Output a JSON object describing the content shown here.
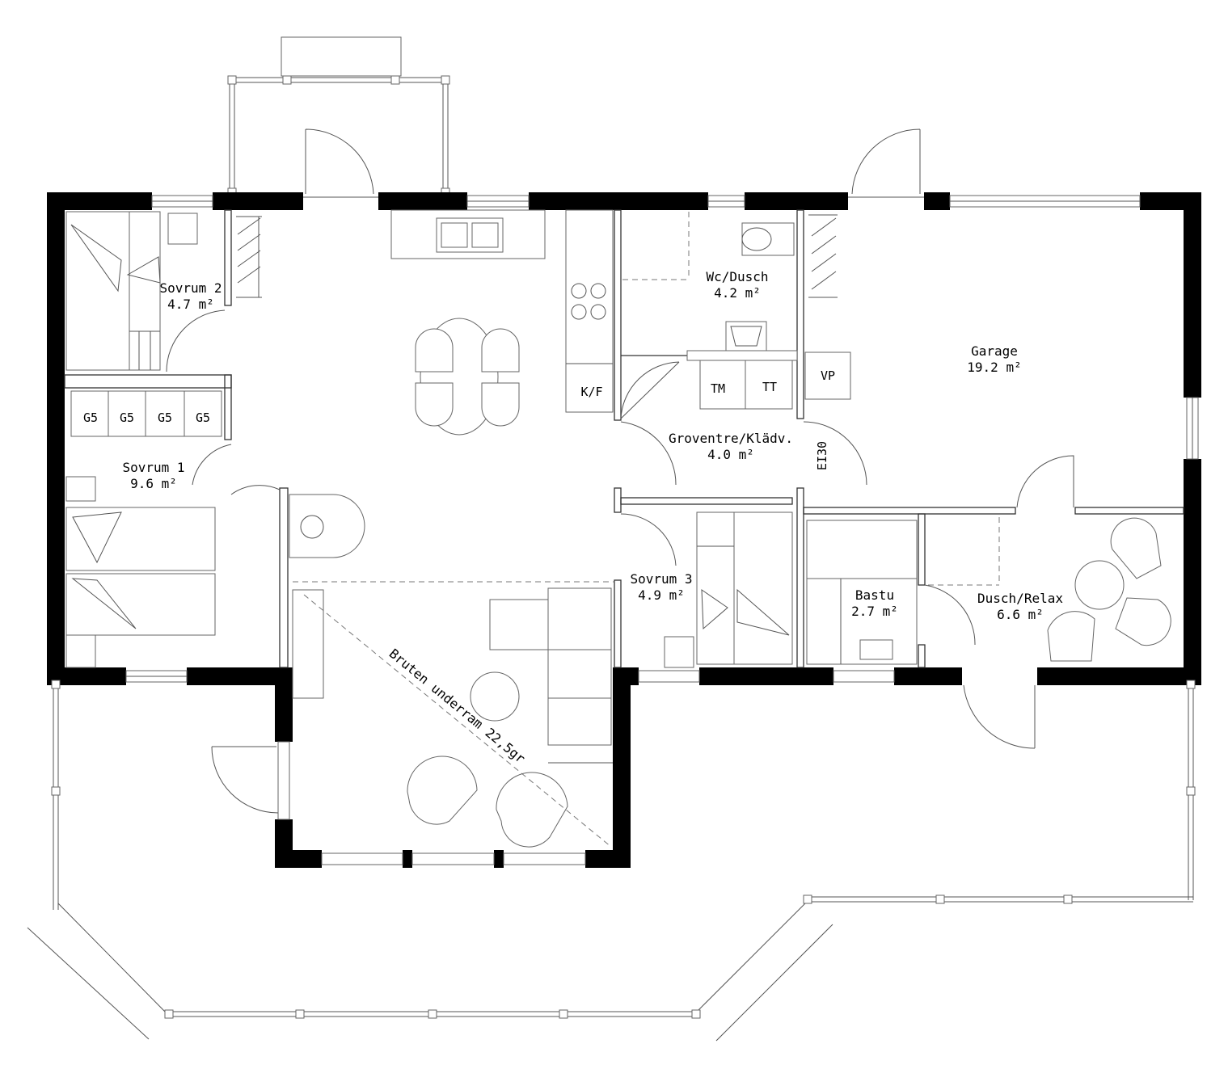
{
  "rooms": {
    "sovrum2": {
      "name": "Sovrum 2",
      "area": "4.7 m²"
    },
    "wc_dusch": {
      "name": "Wc/Dusch",
      "area": "4.2 m²"
    },
    "garage": {
      "name": "Garage",
      "area": "19.2 m²"
    },
    "sovrum1": {
      "name": "Sovrum 1",
      "area": "9.6 m²"
    },
    "groventre": {
      "name": "Groventre/Klädv.",
      "area": "4.0 m²"
    },
    "sovrum3": {
      "name": "Sovrum 3",
      "area": "4.9 m²"
    },
    "bastu": {
      "name": "Bastu",
      "area": "2.7 m²"
    },
    "dusch_relax": {
      "name": "Dusch/Relax",
      "area": "6.6 m²"
    }
  },
  "labels": {
    "wardrobes": [
      "G5",
      "G5",
      "G5",
      "G5"
    ],
    "kf": "K/F",
    "tm": "TM",
    "tt": "TT",
    "vp": "VP",
    "ei30": "EI30",
    "bruten": "Bruten underram 22,5gr"
  }
}
